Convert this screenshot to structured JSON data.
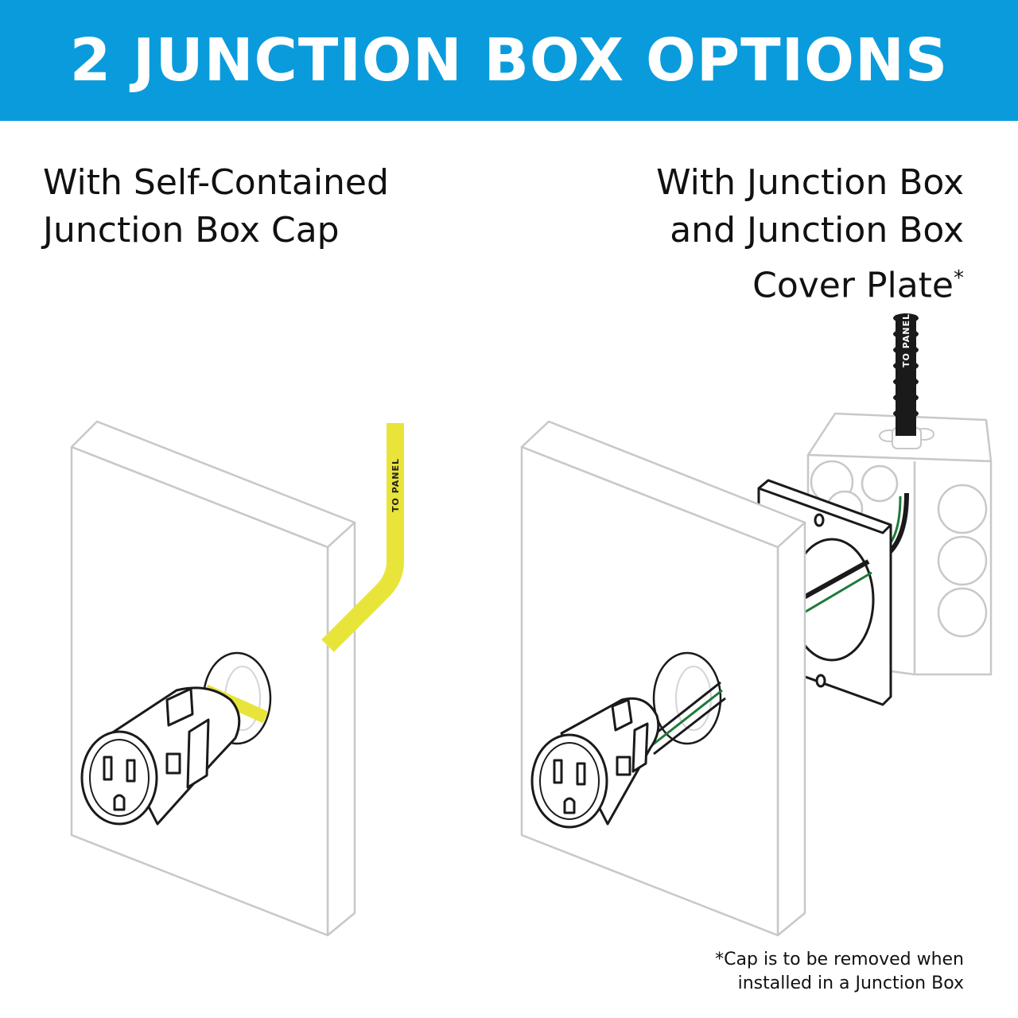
{
  "header": {
    "title": "2 JUNCTION BOX OPTIONS",
    "background": "#0a9bdc"
  },
  "left_option": {
    "title_lines": [
      "With Self-Contained",
      "Junction Box Cap"
    ],
    "wire_label": "TO PANEL",
    "wire_color": "#e8e43a"
  },
  "right_option": {
    "title_lines": [
      "With Junction Box",
      "and Junction Box",
      "Cover Plate"
    ],
    "title_mark": "*",
    "wire_label": "TO PANEL",
    "wire_color": "#1a1a1a",
    "ground_wire_color": "#1f7a3a"
  },
  "footnote": {
    "lines": [
      "*Cap is to be removed when",
      "installed in a Junction Box"
    ]
  }
}
